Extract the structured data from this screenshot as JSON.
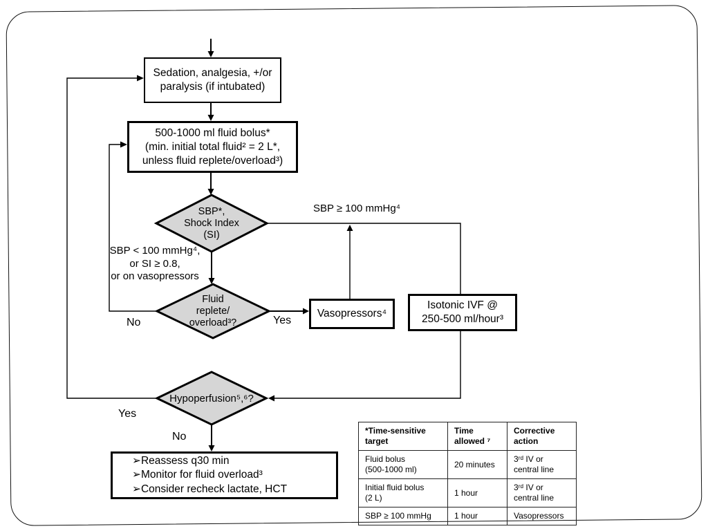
{
  "slide": {
    "background": "#ffffff",
    "frame_color": "#111111"
  },
  "colors": {
    "diamond_fill": "#d6d6d6",
    "box_fill": "#ffffff",
    "line_color": "#000000",
    "text_color": "#000000"
  },
  "flowchart": {
    "boxes": {
      "sedation": {
        "text": "Sedation, analgesia, +/or\nparalysis (if intubated)"
      },
      "fluid_bolus": {
        "text": "500-1000 ml fluid bolus*\n(min. initial total fluid² = 2 L*,\nunless fluid replete/overload³)"
      },
      "vasopressors": {
        "text": "Vasopressors⁴"
      },
      "isotonic_ivf": {
        "text": "Isotonic IVF @\n250-500 ml/hour³"
      },
      "reassess": {
        "text": "➢Reassess q30 min\n➢Monitor for fluid overload³\n➢Consider recheck lactate, HCT"
      }
    },
    "decisions": {
      "sbp_shock_index": {
        "text": "SBP*,\nShock Index\n(SI)"
      },
      "fluid_replete": {
        "text": "Fluid\nreplete/\noverload³?"
      },
      "hypoperfusion": {
        "text": "Hypoperfusion⁵,⁶?"
      }
    },
    "edge_labels": {
      "sbp_low": "SBP < 100 mmHg⁴,\nor SI ≥ 0.8,\nor on vasopressors",
      "sbp_high": "SBP ≥ 100 mmHg⁴",
      "fluid_replete_no": "No",
      "fluid_replete_yes": "Yes",
      "hypoperfusion_yes": "Yes",
      "hypoperfusion_no": "No"
    }
  },
  "table": {
    "headers": [
      "*Time-sensitive\ntarget",
      "Time\nallowed ⁷",
      "Corrective\naction"
    ],
    "rows": [
      [
        "Fluid bolus\n(500-1000 ml)",
        "20 minutes",
        "3ʳᵈ IV or\ncentral line"
      ],
      [
        "Initial fluid bolus\n(2 L)",
        "1 hour",
        "3ʳᵈ IV or\ncentral line"
      ],
      [
        "SBP ≥ 100 mmHg",
        "1 hour",
        "Vasopressors"
      ]
    ]
  }
}
